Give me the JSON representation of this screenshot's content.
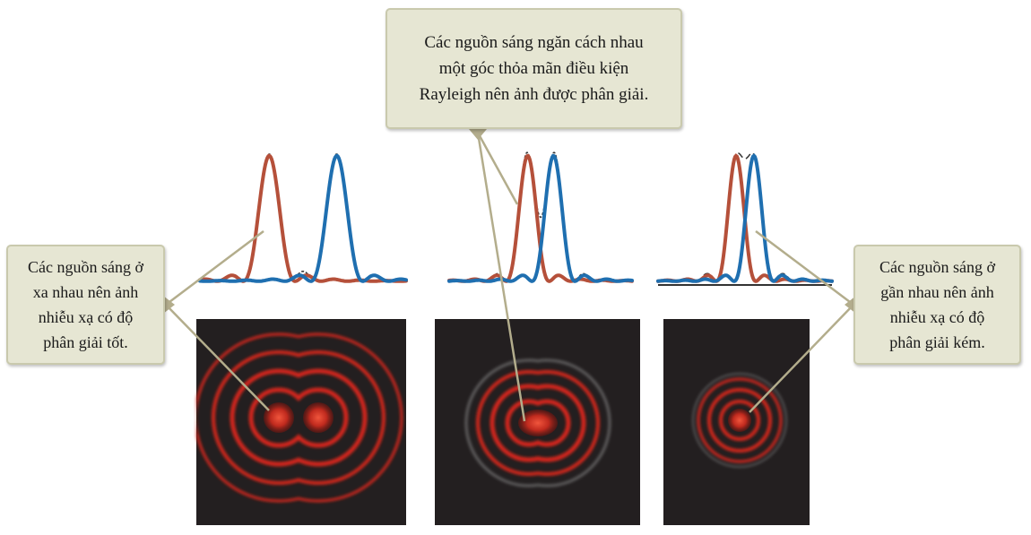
{
  "callouts": {
    "left": "Các nguồn sáng ở\nxa nhau nên ảnh\nnhiễu xạ có độ\nphân giải tốt.",
    "top": "Các nguồn sáng ngăn cách nhau\nmột góc thỏa mãn điều kiện\nRayleigh nên ảnh được phân giải.",
    "right": "Các nguồn sáng ở\ngần nhau nên ảnh\nnhiễu xạ có độ\nphân giải kém."
  },
  "colors": {
    "source_1": "#b5503a",
    "source_2": "#1f6fb0",
    "combined_intensity": "#333333",
    "panel_background": "#231f20",
    "ring_color": "#d4261c",
    "callout_fill": "#e6e6d3",
    "leader_line": "#b3ad8c"
  },
  "cases": [
    {
      "id": "well-resolved",
      "separation_in_peak_widths": 2.6
    },
    {
      "id": "rayleigh-limit",
      "separation_in_peak_widths": 1.2
    },
    {
      "id": "not-resolved",
      "separation_in_peak_widths": 0.9
    }
  ]
}
